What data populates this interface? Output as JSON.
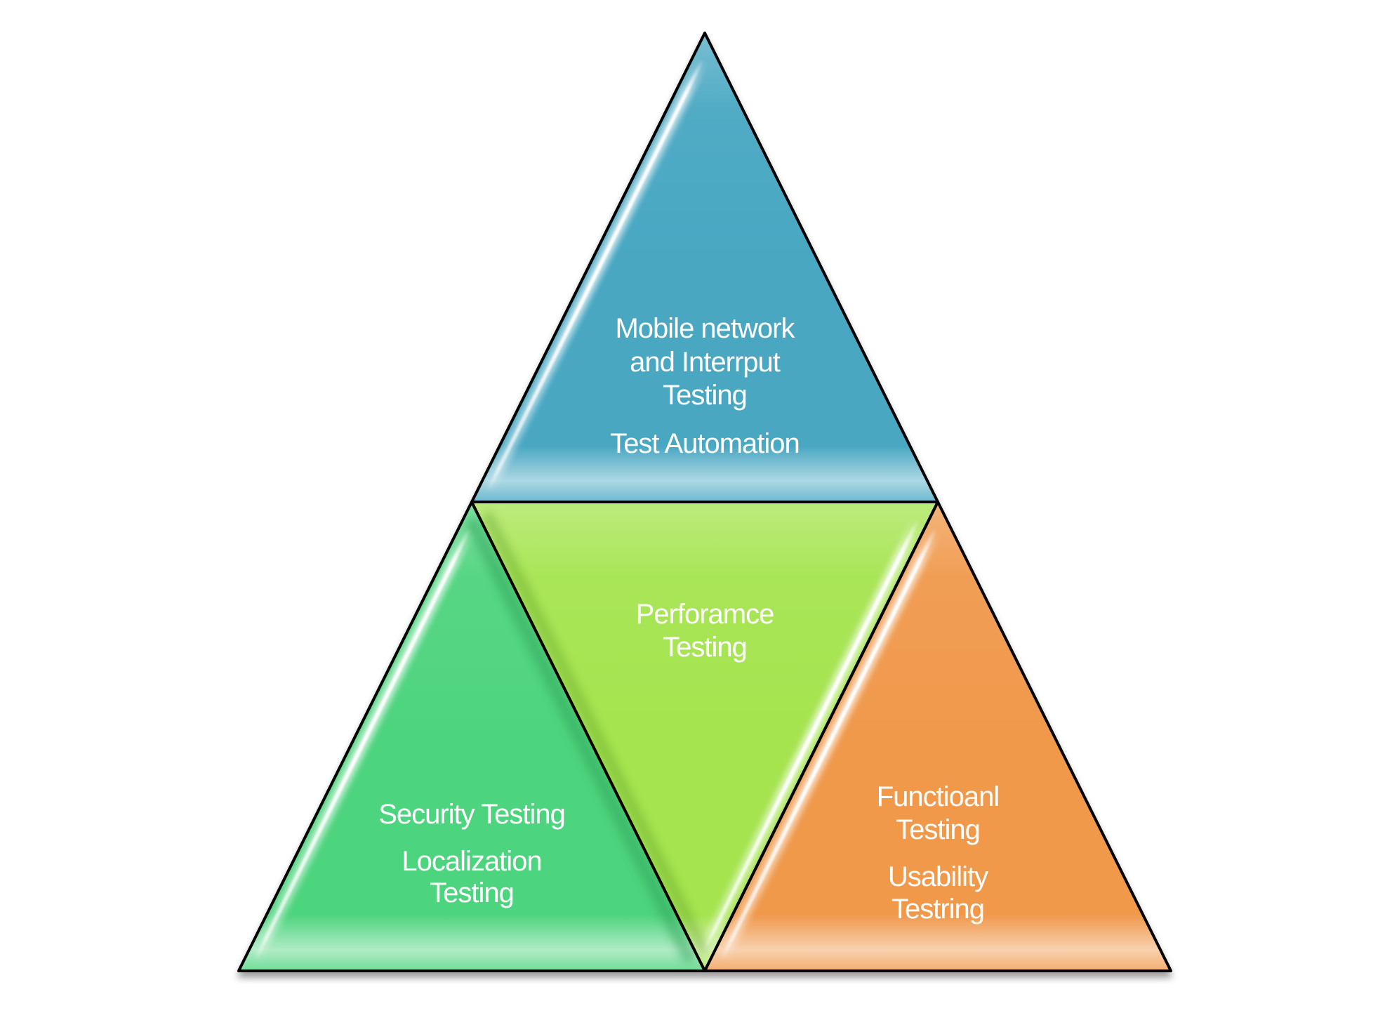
{
  "background_color": "#ffffff",
  "outline_color": "#000000",
  "text_color": "#ffffff",
  "pyramid": {
    "sections": [
      {
        "id": "top",
        "color": "#48a7c2",
        "labels": [
          [
            "Mobile network",
            "and Interrput",
            "Testing"
          ],
          [
            "Test Automation"
          ]
        ]
      },
      {
        "id": "middle-inverted",
        "color": "#a5e44f",
        "labels": [
          [
            "Perforamce",
            "Testing"
          ]
        ]
      },
      {
        "id": "bottom-left",
        "color": "#4ed47e",
        "labels": [
          [
            "Security Testing"
          ],
          [
            "Localization",
            "Testing"
          ]
        ]
      },
      {
        "id": "bottom-right",
        "color": "#f0994c",
        "labels": [
          [
            "Functioanl",
            "Testing"
          ],
          [
            "Usability",
            "Testring"
          ]
        ]
      }
    ]
  }
}
